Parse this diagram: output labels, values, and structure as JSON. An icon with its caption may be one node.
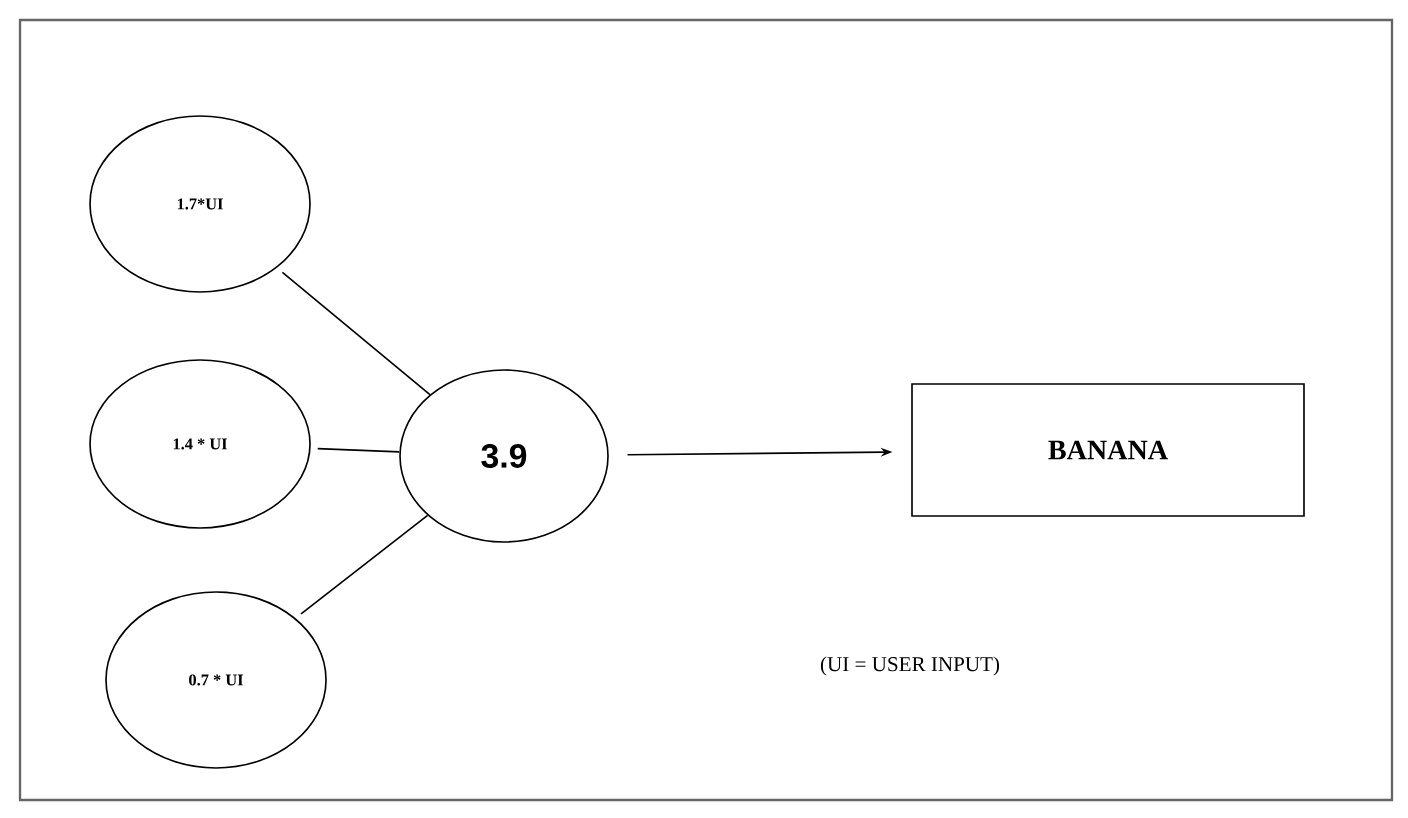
{
  "diagram": {
    "nodes": [
      {
        "text": [
          "1.7*UI"
        ]
      },
      {
        "text": [
          "1.4 * UI"
        ]
      },
      {
        "text": [
          "0.7 * UI"
        ]
      },
      {
        "text": [
          "3.9"
        ]
      },
      {
        "text": [
          "BANANA"
        ]
      }
    ],
    "edges": [
      {
        "from": 0,
        "to": 3,
        "arrow": "none"
      },
      {
        "from": 1,
        "to": 3,
        "arrow": "none"
      },
      {
        "from": 2,
        "to": 3,
        "arrow": "none"
      },
      {
        "from": 3,
        "to": 4,
        "arrow": "to"
      }
    ],
    "labels": [
      "(UI = USER INPUT)"
    ]
  }
}
